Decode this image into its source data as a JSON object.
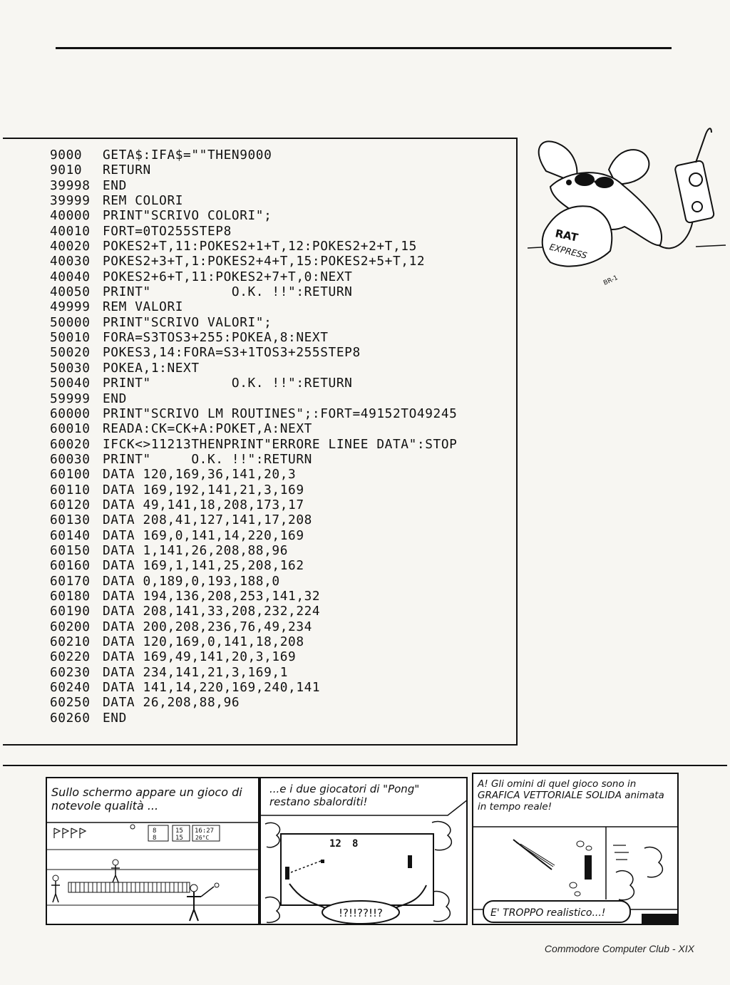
{
  "listing": [
    {
      "n": "9000",
      "code": "GETA$:IFA$=\"\"THEN9000"
    },
    {
      "n": "9010",
      "code": "RETURN"
    },
    {
      "n": "39998",
      "code": "END"
    },
    {
      "n": "39999",
      "code": "REM COLORI"
    },
    {
      "n": "40000",
      "code": "PRINT\"SCRIVO COLORI\";"
    },
    {
      "n": "40010",
      "code": "FORT=0TO255STEP8"
    },
    {
      "n": "40020",
      "code": "POKES2+T,11:POKES2+1+T,12:POKES2+2+T,15"
    },
    {
      "n": "40030",
      "code": "POKES2+3+T,1:POKES2+4+T,15:POKES2+5+T,12"
    },
    {
      "n": "40040",
      "code": "POKES2+6+T,11:POKES2+7+T,0:NEXT"
    },
    {
      "n": "40050",
      "code": "PRINT\"          O.K. !!\":RETURN"
    },
    {
      "n": "49999",
      "code": "REM VALORI"
    },
    {
      "n": "50000",
      "code": "PRINT\"SCRIVO VALORI\";"
    },
    {
      "n": "50010",
      "code": "FORA=S3TOS3+255:POKEA,8:NEXT"
    },
    {
      "n": "50020",
      "code": "POKES3,14:FORA=S3+1TOS3+255STEP8"
    },
    {
      "n": "50030",
      "code": "POKEA,1:NEXT"
    },
    {
      "n": "50040",
      "code": "PRINT\"          O.K. !!\":RETURN"
    },
    {
      "n": "59999",
      "code": "END"
    },
    {
      "n": "60000",
      "code": "PRINT\"SCRIVO LM ROUTINES\";:FORT=49152TO49245"
    },
    {
      "n": "60010",
      "code": "READA:CK=CK+A:POKET,A:NEXT"
    },
    {
      "n": "60020",
      "code": "IFCK<>11213THENPRINT\"ERRORE LINEE DATA\":STOP"
    },
    {
      "n": "60030",
      "code": "PRINT\"     O.K. !!\":RETURN"
    },
    {
      "n": "60100",
      "code": "DATA 120,169,36,141,20,3"
    },
    {
      "n": "60110",
      "code": "DATA 169,192,141,21,3,169"
    },
    {
      "n": "60120",
      "code": "DATA 49,141,18,208,173,17"
    },
    {
      "n": "60130",
      "code": "DATA 208,41,127,141,17,208"
    },
    {
      "n": "60140",
      "code": "DATA 169,0,141,14,220,169"
    },
    {
      "n": "60150",
      "code": "DATA 1,141,26,208,88,96"
    },
    {
      "n": "60160",
      "code": "DATA 169,1,141,25,208,162"
    },
    {
      "n": "60170",
      "code": "DATA 0,189,0,193,188,0"
    },
    {
      "n": "60180",
      "code": "DATA 194,136,208,253,141,32"
    },
    {
      "n": "60190",
      "code": "DATA 208,141,33,208,232,224"
    },
    {
      "n": "60200",
      "code": "DATA 200,208,236,76,49,234"
    },
    {
      "n": "60210",
      "code": "DATA 120,169,0,141,18,208"
    },
    {
      "n": "60220",
      "code": "DATA 169,49,141,20,3,169"
    },
    {
      "n": "60230",
      "code": "DATA 234,141,21,3,169,1"
    },
    {
      "n": "60240",
      "code": "DATA 141,14,220,169,240,141"
    },
    {
      "n": "60250",
      "code": "DATA 26,208,88,96"
    },
    {
      "n": "60260",
      "code": "END"
    }
  ],
  "mascot": {
    "tag_line1": "RAT",
    "tag_line2": "EXPRESS",
    "signature": "BR-1"
  },
  "comic": {
    "panel1": {
      "caption": "Sullo schermo appare un gioco di notevole qualità ...",
      "score_left": "8",
      "score_left_2": "8",
      "score_mid": "15",
      "score_mid_2": "15",
      "clock": "16:27",
      "temp": "26°C"
    },
    "panel2": {
      "caption": "...e i due giocatori di \"Pong\" restano sbalorditi!",
      "score_left": "12",
      "score_right": "8",
      "bubble": "!?!!??!!?"
    },
    "panel3": {
      "caption": "A! Gli omini di quel gioco sono in GRAFICA VETTORIALE SOLIDA animata in tempo reale!",
      "bubble": "E' TROPPO realistico...!"
    }
  },
  "footer": {
    "text": "Commodore Computer Club - XIX"
  }
}
